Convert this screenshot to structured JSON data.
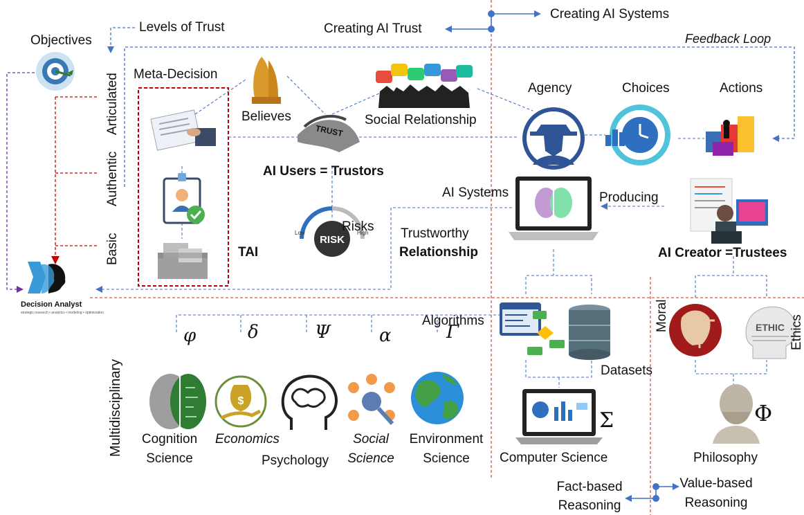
{
  "labels": {
    "objectives": "Objectives",
    "levels_of_trust": "Levels of Trust",
    "creating_ai_trust": "Creating AI Trust",
    "creating_ai_systems": "Creating AI Systems",
    "feedback_loop": "Feedback Loop",
    "meta_decision": "Meta-Decision",
    "believes": "Believes",
    "social_relationship": "Social Relationship",
    "agency": "Agency",
    "choices": "Choices",
    "actions": "Actions",
    "ai_users": "AI Users = Trustors",
    "ai_systems": "AI Systems",
    "producing": "Producing",
    "risks": "Risks",
    "trustworthy": "Trustworthy",
    "relationship": "Relationship",
    "tai": "TAI",
    "ai_creator": "AI Creator =Trustees",
    "algorithms": "Algorithms",
    "datasets": "Datasets",
    "moral": "Moral",
    "ethics": "Ethics",
    "multidisciplinary": "Multidisciplinary",
    "cognition_1": "Cognition",
    "cognition_2": "Science",
    "economics": "Economics",
    "psychology": "Psychology",
    "social_1": "Social",
    "social_2": "Science",
    "environment_1": "Environment",
    "environment_2": "Science",
    "computer_science": "Computer Science",
    "philosophy": "Philosophy",
    "fact_1": "Fact-based",
    "fact_2": "Reasoning",
    "value_1": "Value-based",
    "value_2": "Reasoning",
    "level_basic": "Basic",
    "level_authentic": "Authentic",
    "level_articulated": "Articulated",
    "decision_analyst": "Decision Analyst",
    "decision_analyst_sub": "strategic research • analytics • modeling • optimization",
    "risk_badge": "RISK",
    "risk_low": "Low",
    "risk_high": "High",
    "trust_word": "TRUST",
    "ethic_word": "ETHIC"
  },
  "greek": {
    "phi": "φ",
    "delta": "δ",
    "psi": "Ψ",
    "alpha": "α",
    "gamma": "Γ",
    "sigma": "Σ",
    "big_phi": "Φ"
  },
  "colors": {
    "blue_line": "#4472c4",
    "red_line": "#c00000",
    "purple_line": "#7030a0",
    "red_dash": "#d9534f"
  },
  "icons": [
    "target-icon",
    "praying-hands-icon",
    "hands-trust-icon",
    "crowd-speech-icon",
    "agent-spy-icon",
    "choices-clock-icon",
    "actions-blocks-icon",
    "document-sign-icon",
    "id-badge-icon",
    "boxes-icon",
    "risk-gauge-icon",
    "laptop-brain-icon",
    "creator-computer-icon",
    "algorithm-flowchart-icon",
    "database-icon",
    "moral-justice-icon",
    "ethic-head-icon",
    "cognition-brain-icon",
    "economics-money-icon",
    "psychology-head-icon",
    "social-network-icon",
    "globe-icon",
    "computer-dashboard-icon",
    "philosopher-bust-icon",
    "decision-analyst-logo"
  ]
}
